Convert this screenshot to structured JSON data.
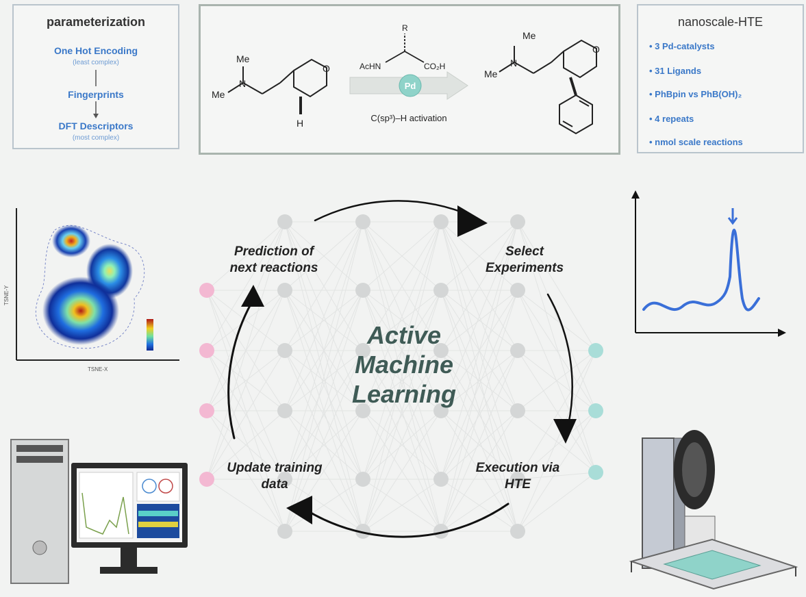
{
  "parameterization": {
    "title": "parameterization",
    "items": [
      "One Hot Encoding",
      "Fingerprints",
      "DFT Descriptors"
    ],
    "notes": [
      "(least complex)",
      "(most complex)"
    ]
  },
  "reaction": {
    "me_labels": [
      "Me",
      "Me",
      "Me",
      "Me"
    ],
    "oxygen": [
      "O",
      "O"
    ],
    "nitrogen": [
      "N",
      "N"
    ],
    "h_label": "H",
    "reagent_left": "AcHN",
    "reagent_right": "CO₂H",
    "reagent_top": "R",
    "catalyst": "Pd",
    "condition": "C(sp³)–H activation"
  },
  "hte": {
    "title": "nanoscale-HTE",
    "items": [
      "• 3 Pd-catalysts",
      "• 31 Ligands",
      "• PhBpin vs PhB(OH)₂",
      "• 4 repeats",
      "• nmol scale reactions"
    ]
  },
  "cycle": {
    "center_lines": [
      "Active",
      "Machine",
      "Learning"
    ],
    "steps": {
      "predict": [
        "Prediction of",
        "next reactions"
      ],
      "select": [
        "Select",
        "Experiments"
      ],
      "execute": [
        "Execution via",
        "HTE"
      ],
      "update": [
        "Update training",
        "data"
      ]
    }
  },
  "plots": {
    "tsne_xlabel": "TSNE-X",
    "tsne_ylabel": "TSNE-Y"
  },
  "colors": {
    "accent_blue": "#3a78c8",
    "panel_border": "#b9c4cc",
    "node_gray": "#d4d6d6",
    "node_pink": "#f3b8d2",
    "node_teal": "#a9ddd8",
    "title_green": "#3f5b56"
  }
}
